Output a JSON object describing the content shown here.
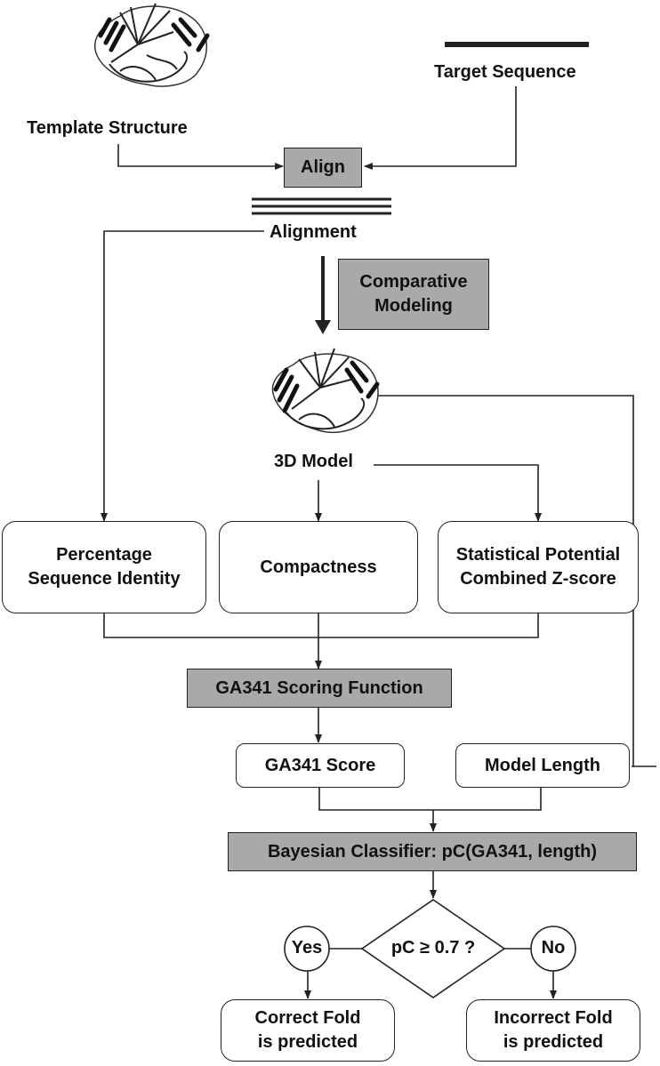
{
  "nodes": {
    "target_sequence": "Target Sequence",
    "template_structure": "Template Structure",
    "align": "Align",
    "alignment": "Alignment",
    "comparative_modeling": [
      "Comparative",
      "Modeling"
    ],
    "model_3d": "3D Model",
    "percentage_identity": [
      "Percentage",
      "Sequence Identity"
    ],
    "compactness": "Compactness",
    "statistical_potential": [
      "Statistical Potential",
      "Combined Z-score"
    ],
    "ga341_scoring": "GA341 Scoring Function",
    "ga341_score": "GA341 Score",
    "model_length": "Model Length",
    "bayesian": "Bayesian Classifier: pC(GA341, length)",
    "decision": "pC ≥ 0.7 ?",
    "yes": "Yes",
    "no": "No",
    "correct": [
      "Correct Fold",
      "is predicted"
    ],
    "incorrect": [
      "Incorrect Fold",
      "is predicted"
    ]
  },
  "colors": {
    "process_fill": "#a9a9a9",
    "line": "#222222"
  }
}
